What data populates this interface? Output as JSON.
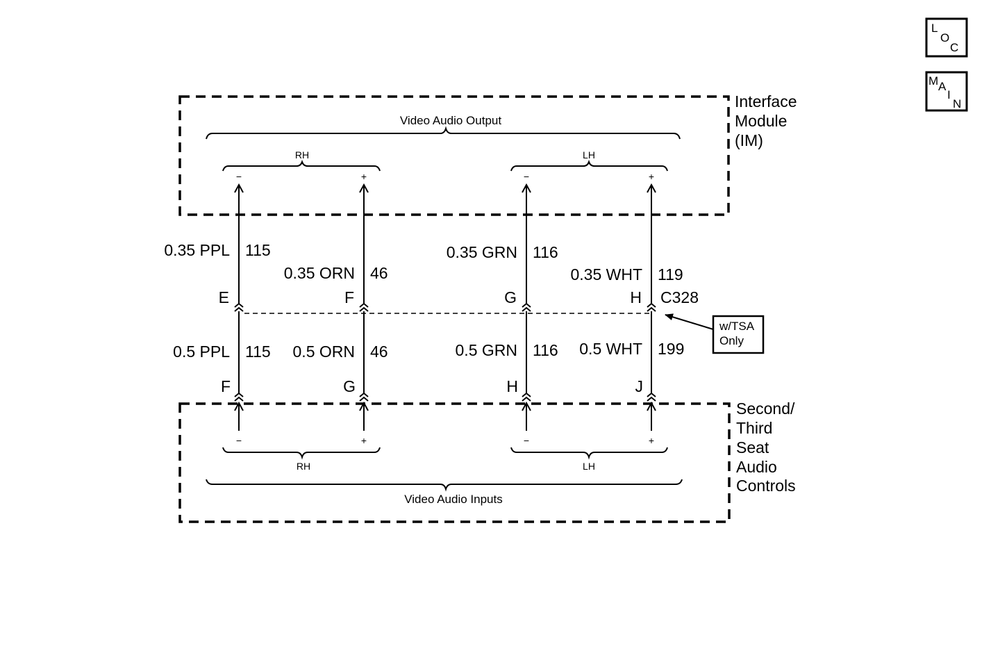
{
  "nav": {
    "loc": {
      "letters": [
        "L",
        "O",
        "C"
      ]
    },
    "main": {
      "letters": [
        "M",
        "A",
        "I",
        "N"
      ]
    }
  },
  "interface_module": {
    "name_lines": [
      "Interface",
      "Module",
      "(IM)"
    ],
    "output_label": "Video Audio Output",
    "rh_label": "RH",
    "lh_label": "LH"
  },
  "seat_controls": {
    "name_lines": [
      "Second/",
      "Third",
      "Seat",
      "Audio",
      "Controls"
    ],
    "input_label": "Video Audio Inputs",
    "rh_label": "RH",
    "lh_label": "LH"
  },
  "connector": {
    "name": "C328"
  },
  "callout": {
    "lines": [
      "w/TSA",
      "Only"
    ]
  },
  "circuits": [
    {
      "polarity": "−",
      "upper_wire": "0.35 PPL",
      "upper_circuit": "115",
      "upper_pin": "E",
      "lower_wire": "0.5 PPL",
      "lower_circuit": "115",
      "lower_pin": "F"
    },
    {
      "polarity": "+",
      "upper_wire": "0.35 ORN",
      "upper_circuit": "46",
      "upper_pin": "F",
      "lower_wire": "0.5 ORN",
      "lower_circuit": "46",
      "lower_pin": "G"
    },
    {
      "polarity": "−",
      "upper_wire": "0.35 GRN",
      "upper_circuit": "116",
      "upper_pin": "G",
      "lower_wire": "0.5 GRN",
      "lower_circuit": "116",
      "lower_pin": "H"
    },
    {
      "polarity": "+",
      "upper_wire": "0.35 WHT",
      "upper_circuit": "119",
      "upper_pin": "H",
      "lower_wire": "0.5 WHT",
      "lower_circuit": "199",
      "lower_pin": "J"
    }
  ]
}
